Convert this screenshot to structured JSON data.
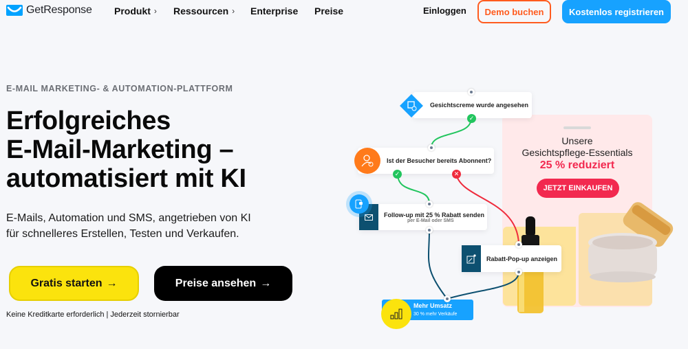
{
  "nav": {
    "brand": "GetResponse",
    "links": [
      {
        "label": "Produkt",
        "has_submenu": true
      },
      {
        "label": "Ressourcen",
        "has_submenu": true
      },
      {
        "label": "Enterprise",
        "has_submenu": false
      },
      {
        "label": "Preise",
        "has_submenu": false
      }
    ],
    "chevron": "›",
    "login": "Einloggen",
    "demo": "Demo buchen",
    "register": "Kostenlos registrieren"
  },
  "hero": {
    "eyebrow": "E-MAIL MARKETING- & AUTOMATION-PLATTFORM",
    "headline": [
      "Erfolgreiches",
      "E-Mail-Marketing –",
      "automatisiert mit KI"
    ],
    "subtext": [
      "E-Mails, Automation und SMS, angetrieben von KI",
      "für schnelleres Erstellen, Testen und Verkaufen."
    ],
    "cta_primary": "Gratis starten",
    "cta_secondary": "Preise ansehen",
    "arrow": "→",
    "note": "Keine Kreditkarte erforderlich | Jederzeit stornierbar"
  },
  "illustration": {
    "nodes": {
      "trigger": "Gesichtscreme wurde angesehen",
      "condition": "Ist der Besucher bereits Abonnent?",
      "followup_title": "Follow-up mit 25 % Rabatt senden",
      "followup_sub": "per E-Mail oder SMS",
      "popup": "Rabatt-Pop-up anzeigen",
      "result_title": "Mehr Umsatz",
      "result_sub": "30 % mehr Verkäufe"
    },
    "badges": {
      "yes": "✓",
      "no": "✕"
    },
    "promo": {
      "line1": "Unsere",
      "line2": "Gesichtspflege-Essentials",
      "line3": "25 % reduziert",
      "button": "JETZT EINKAUFEN"
    },
    "colors": {
      "green": "#22c55e",
      "red": "#ef2b3c",
      "teal": "#0d5070",
      "blue": "#17a2ff",
      "orange": "#ff7a1a",
      "yellow": "#fbe30d",
      "pink": "#f2294f"
    }
  }
}
